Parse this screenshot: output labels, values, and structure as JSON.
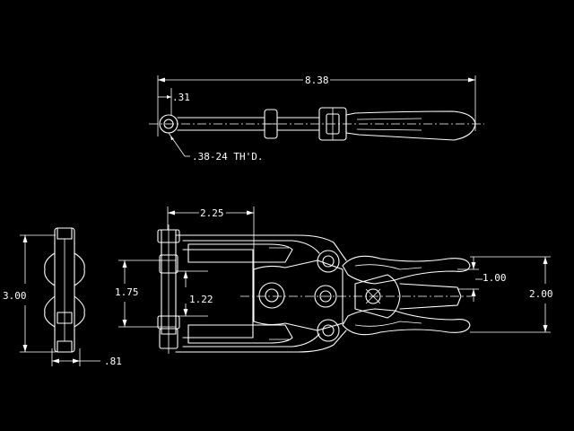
{
  "dimensions": {
    "overall_length": "8.38",
    "offset": ".31",
    "thread": ".38-24 TH'D.",
    "frame_length": "2.25",
    "height_side": "3.00",
    "width_side": ".81",
    "inner_height": "1.75",
    "slot_height": "1.22",
    "jaw_opening": "1.00",
    "jaw_height": "2.00"
  },
  "colors": {
    "background": "#000000",
    "line": "#ffffff"
  }
}
